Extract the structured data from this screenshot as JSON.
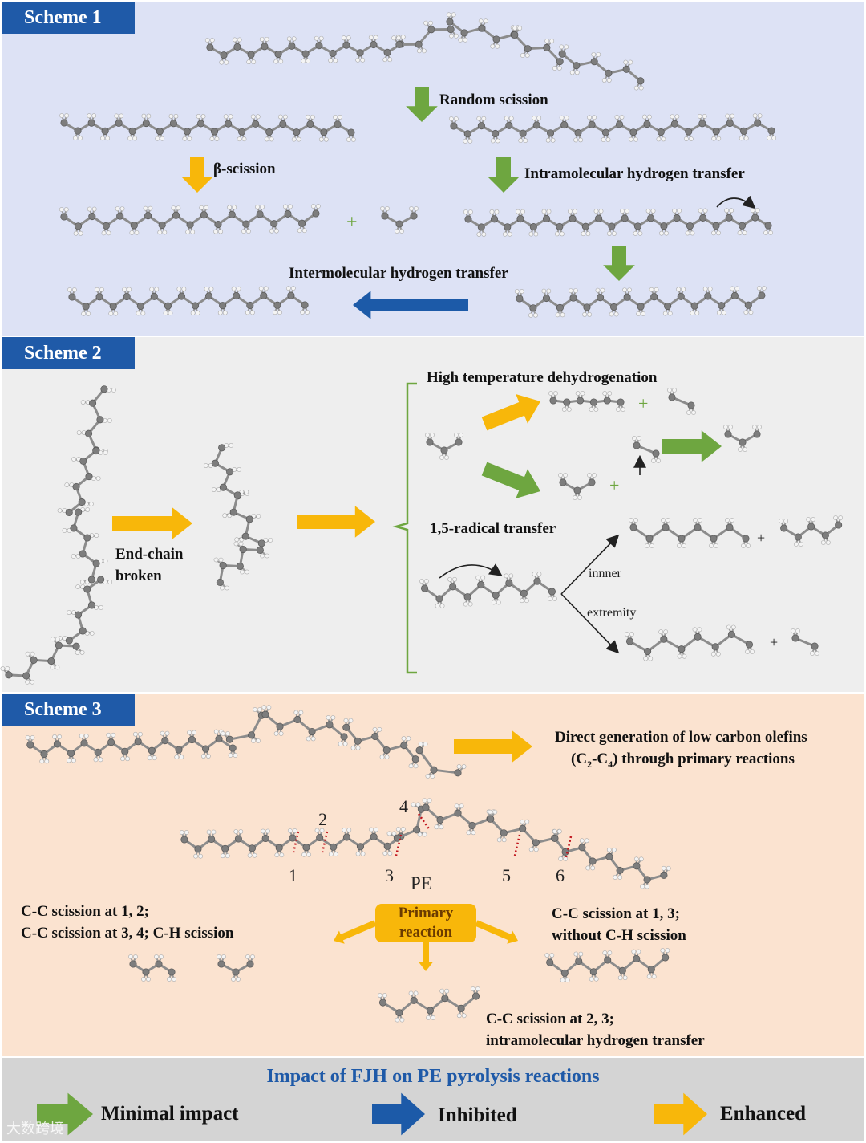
{
  "schemes": {
    "s1": {
      "tag": "Scheme 1",
      "random": "Random scission",
      "beta": "β-scission",
      "intra": "Intramolecular hydrogen transfer",
      "inter": "Intermolecular hydrogen transfer",
      "plus": "+"
    },
    "s2": {
      "tag": "Scheme 2",
      "endchain_1": "End-chain",
      "endchain_2": "broken",
      "dehydro": "High temperature dehydrogenation",
      "radical": "1,5-radical transfer",
      "inner": "innner",
      "extremity": "extremity",
      "plus": "+"
    },
    "s3": {
      "tag": "Scheme 3",
      "direct_1": "Direct generation of low carbon olefins",
      "direct_2": "(C2-C4) through primary reactions",
      "pe": "PE",
      "primary_1": "Primary",
      "primary_2": "reaction",
      "left_1": "C-C scission at 1, 2;",
      "left_2": "C-C scission at 3, 4; C-H scission",
      "right_1": "C-C scission at 1, 3;",
      "right_2": "without C-H scission",
      "bottom_1": "C-C scission at 2, 3;",
      "bottom_2": "intramolecular hydrogen transfer",
      "sites": [
        "1",
        "2",
        "3",
        "4",
        "5",
        "6"
      ]
    }
  },
  "legend": {
    "title": "Impact of FJH on PE pyrolysis reactions",
    "items": [
      {
        "label": "Minimal impact",
        "color": "#6ea640"
      },
      {
        "label": "Inhibited",
        "color": "#1c5aa8"
      },
      {
        "label": "Enhanced",
        "color": "#f8b70a"
      }
    ]
  },
  "watermark": "大数跨境"
}
